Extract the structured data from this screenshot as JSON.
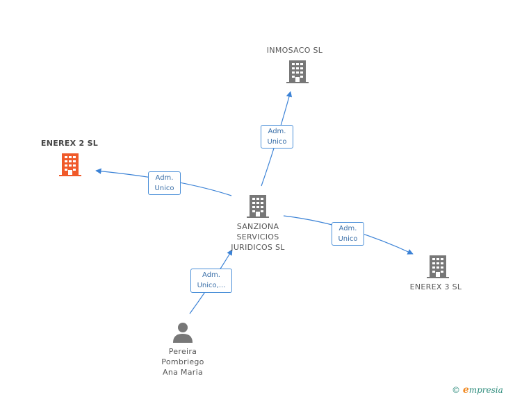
{
  "nodes": {
    "inmosaco": {
      "label": "INMOSACO  SL",
      "color": "#777777"
    },
    "enerex2": {
      "label": "ENEREX 2 SL",
      "color": "#f05a2a"
    },
    "sanziona": {
      "label_lines": [
        "SANZIONA",
        "SERVICIOS",
        "JURIDICOS SL"
      ],
      "color": "#777777"
    },
    "enerex3": {
      "label": "ENEREX 3 SL",
      "color": "#777777"
    },
    "person": {
      "label_lines": [
        "Pereira",
        "Pombriego",
        "Ana Maria"
      ],
      "color": "#777777"
    }
  },
  "edges": {
    "to_inmosaco": {
      "label_lines": [
        "Adm.",
        "Unico"
      ]
    },
    "to_enerex2": {
      "label_lines": [
        "Adm.",
        "Unico"
      ]
    },
    "to_enerex3": {
      "label_lines": [
        "Adm.",
        "Unico"
      ]
    },
    "person_to_sanziona": {
      "label_lines": [
        "Adm.",
        "Unico,..."
      ]
    }
  },
  "colors": {
    "edge": "#3b82d6"
  },
  "brand": {
    "copyright": "©",
    "e": "e",
    "name": "mpresia"
  }
}
